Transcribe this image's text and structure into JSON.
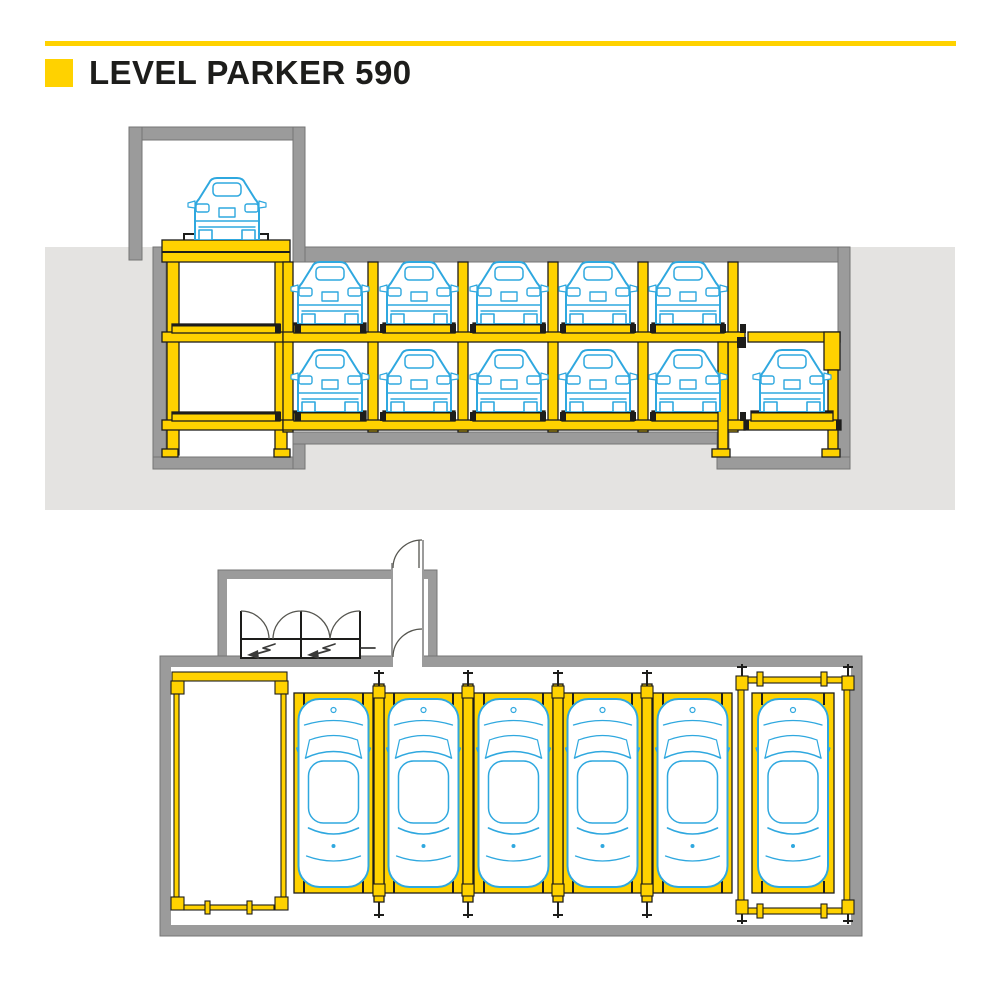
{
  "header": {
    "title": "LEVEL PARKER 590"
  },
  "colors": {
    "accent": "#FFD200",
    "car": "#2FA8DF",
    "wall": "#9B9B9B",
    "ground": "#E4E3E1",
    "ink": "#1D1D1B"
  },
  "cross_section": {
    "street_level_cars": 1,
    "upper_level_cars": 5,
    "lower_level_cars": 6,
    "underground_levels": 2
  },
  "plan_view": {
    "parked_cars": 6,
    "empty_lift_bays": 1,
    "entrance_gates": 2,
    "swing_doors": 2
  }
}
